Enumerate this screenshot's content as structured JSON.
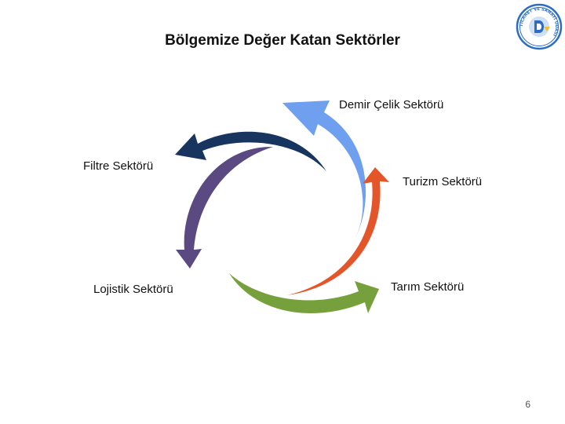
{
  "slide": {
    "title": "Bölgemize Değer Katan Sektörler",
    "page_number": "6"
  },
  "diagram": {
    "sectors": [
      {
        "label": "Demir Çelik Sektörü",
        "color": "#6fa0f0"
      },
      {
        "label": "Turizm Sektörü",
        "color": "#e4562a"
      },
      {
        "label": "Tarım Sektörü",
        "color": "#76a03c"
      },
      {
        "label": "Lojistik Sektörü",
        "color": "#5b4a82"
      },
      {
        "label": "Filtre Sektörü",
        "color": "#17355e"
      }
    ]
  },
  "logo": {
    "text": "TİCARET VE SANAYİ ODASI",
    "accent_color": "#2b6cc4"
  }
}
